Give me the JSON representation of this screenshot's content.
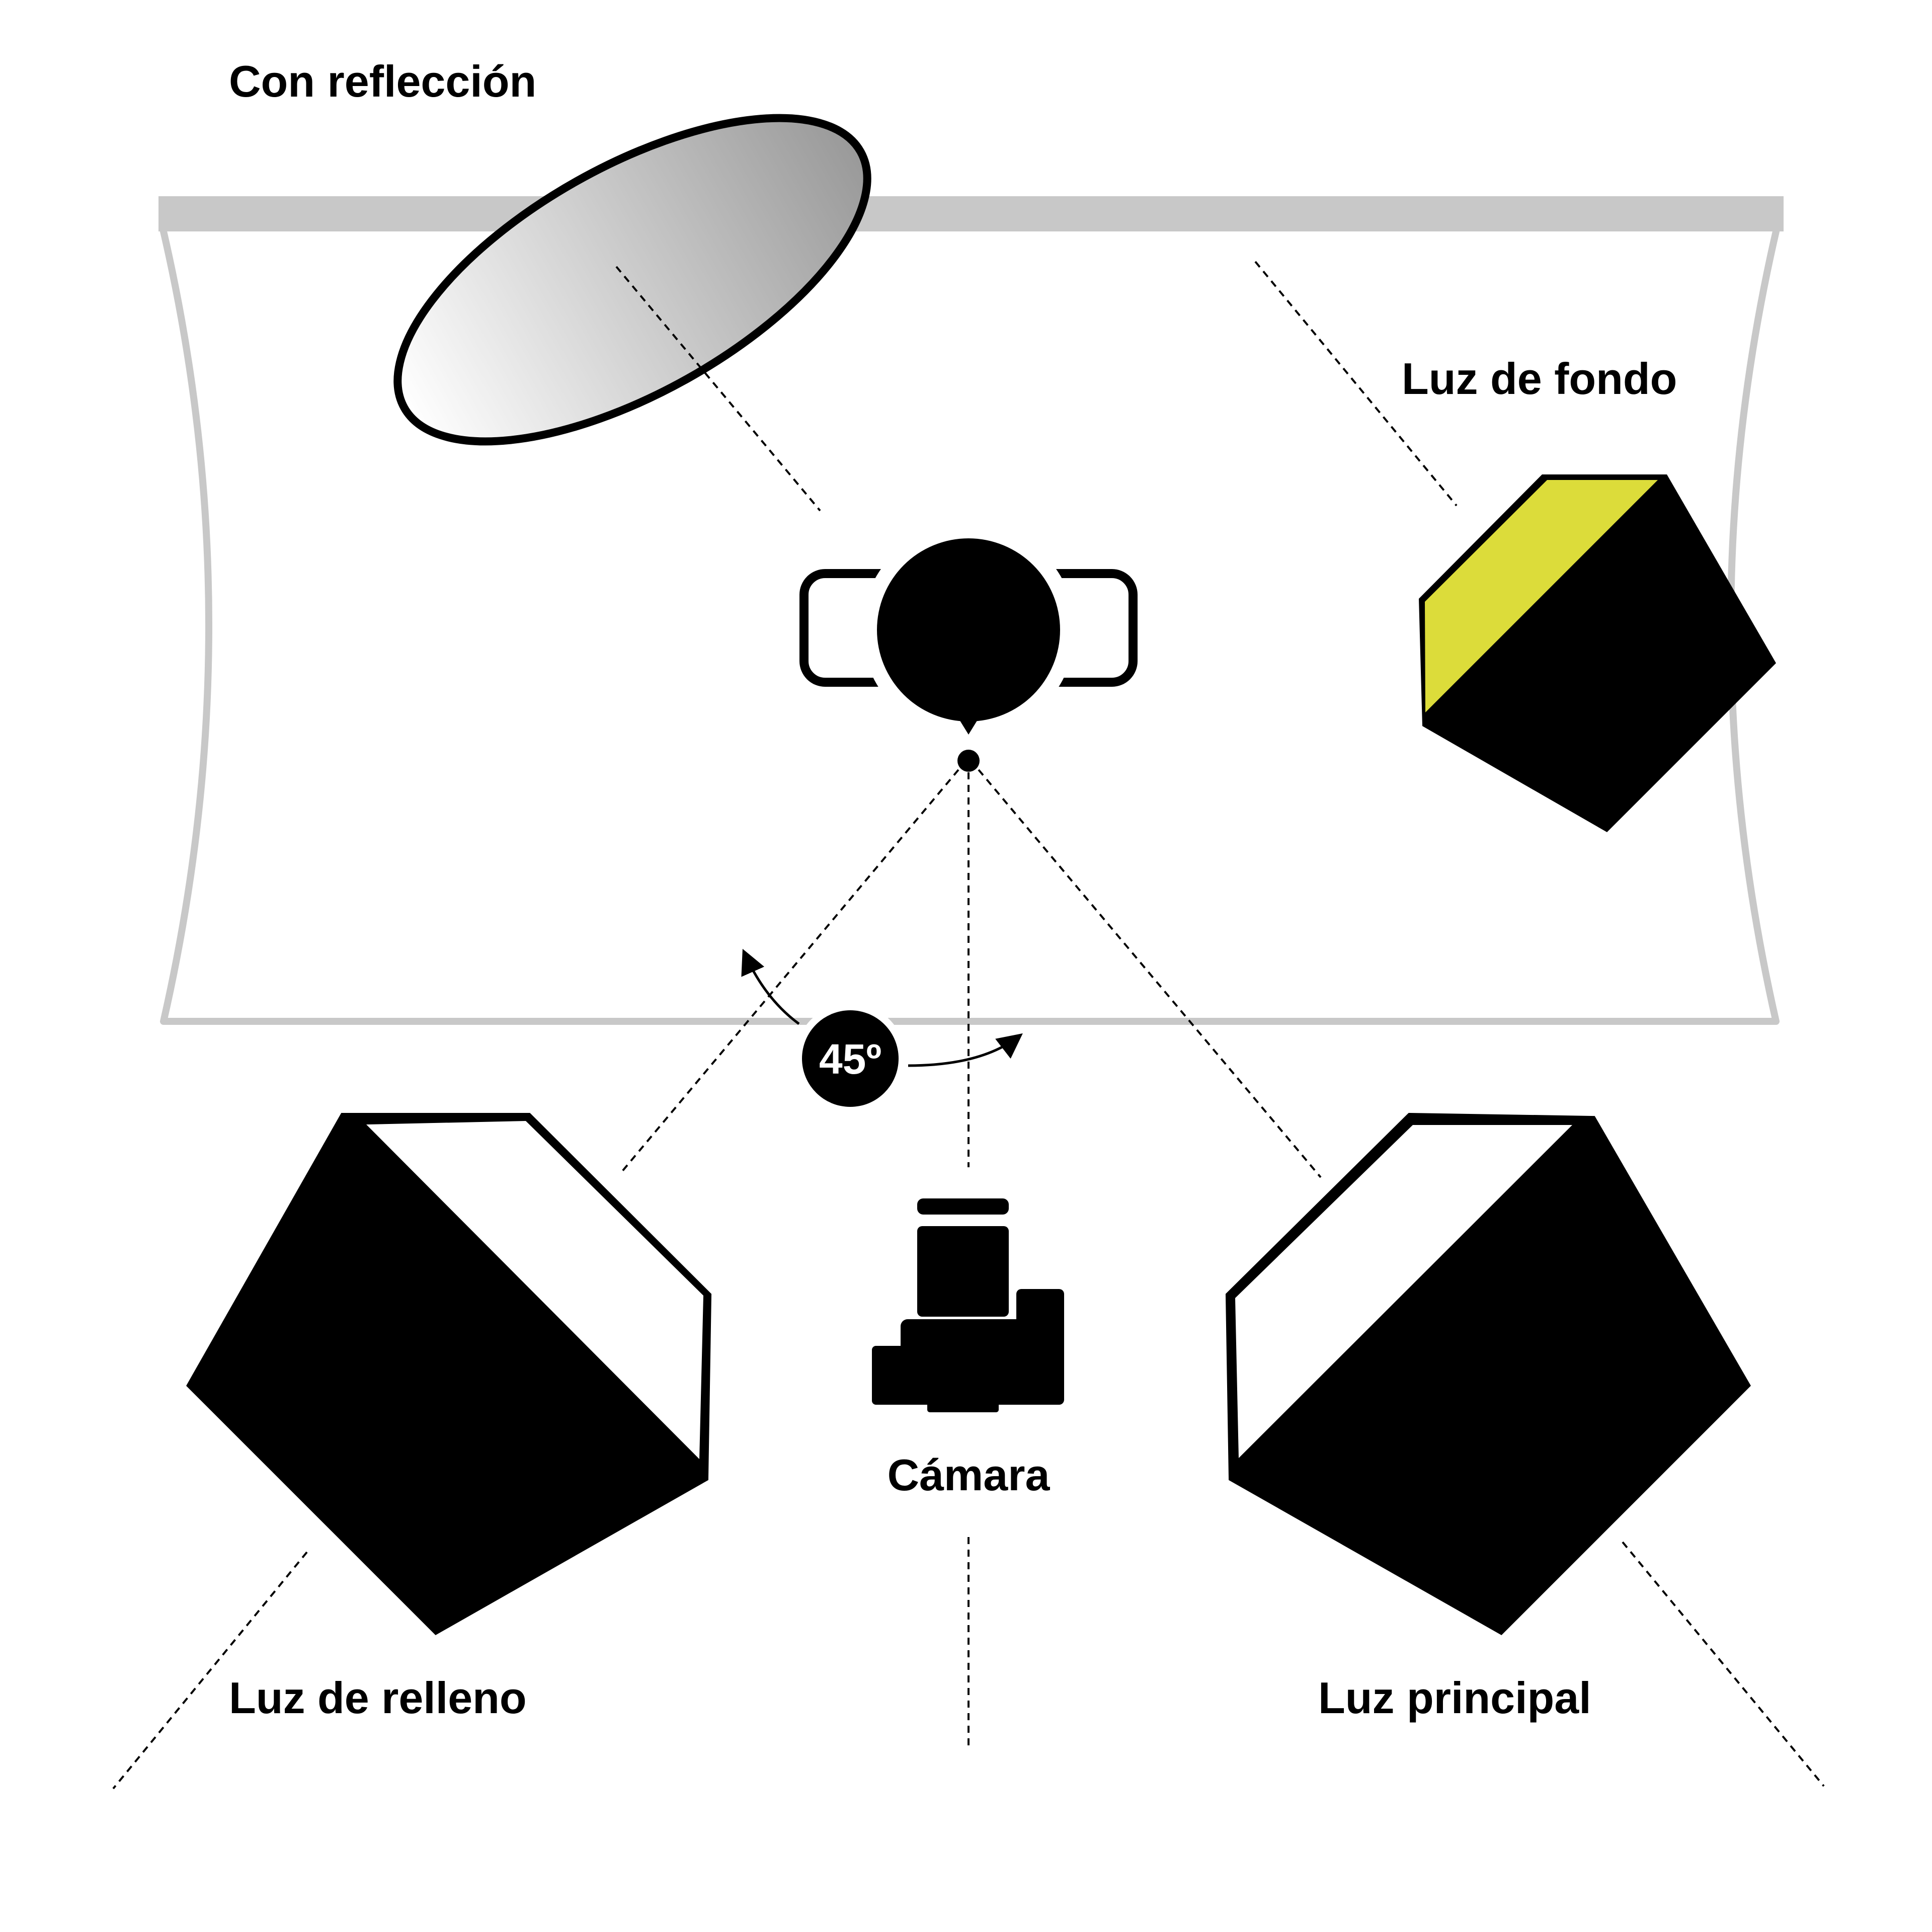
{
  "labels": {
    "reflector": "Con reflección",
    "background_light": "Luz de fondo",
    "fill_light": "Luz de relleno",
    "key_light": "Luz principal",
    "camera": "Cámara",
    "angle": "45º"
  },
  "colors": {
    "background_light_accent": "#dcdc3a",
    "backdrop": "#c8c8c8",
    "ink": "#000000",
    "reflector_gradient_start": "#ffffff",
    "reflector_gradient_end": "#999999"
  },
  "icons": {
    "subject": "person-top-view-icon",
    "camera": "camera-icon",
    "reflector": "reflector-icon",
    "softbox": "softbox-icon"
  }
}
